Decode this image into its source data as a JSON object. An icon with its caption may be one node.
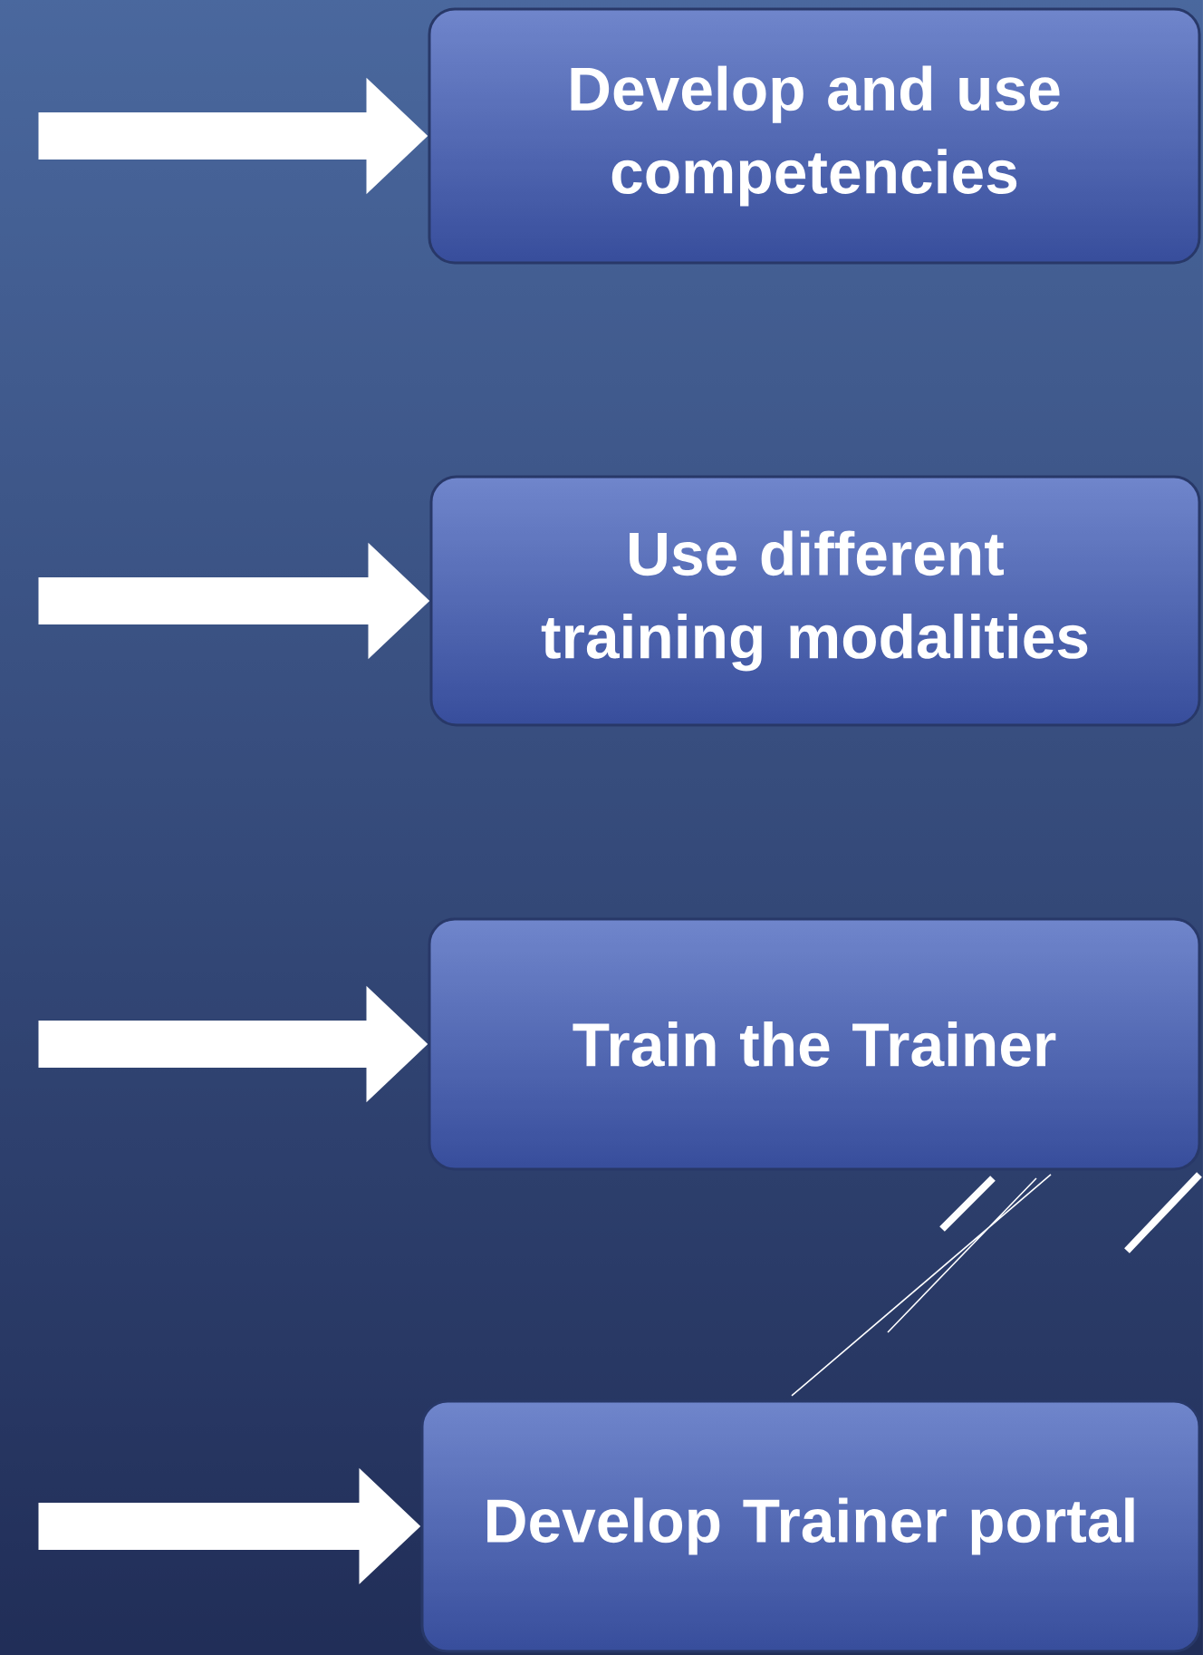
{
  "diagram": {
    "nodes": [
      {
        "text": [
          "Develop and use competencies"
        ]
      },
      {
        "text": [
          "Use different training modalities"
        ]
      },
      {
        "text": [
          "Train the Trainer"
        ]
      },
      {
        "text": [
          "Develop Trainer portal"
        ]
      }
    ],
    "edges": [
      {
        "from": null,
        "to": 0,
        "arrow": "to"
      },
      {
        "from": null,
        "to": 1,
        "arrow": "to"
      },
      {
        "from": null,
        "to": 2,
        "arrow": "to"
      },
      {
        "from": null,
        "to": 3,
        "arrow": "to"
      }
    ]
  }
}
